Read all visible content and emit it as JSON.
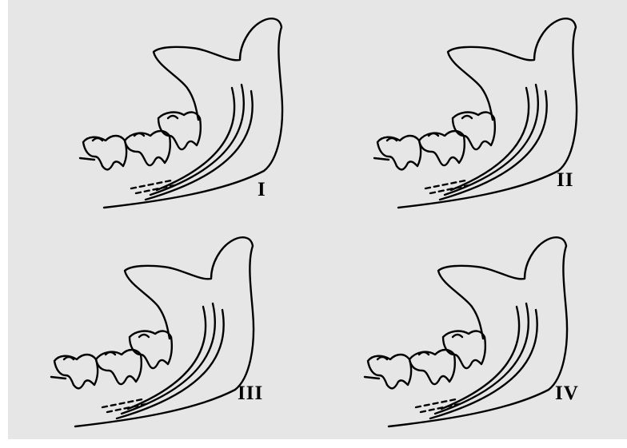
{
  "panels": [
    {
      "label": "I"
    },
    {
      "label": "II"
    },
    {
      "label": "III"
    },
    {
      "label": "IV"
    }
  ]
}
